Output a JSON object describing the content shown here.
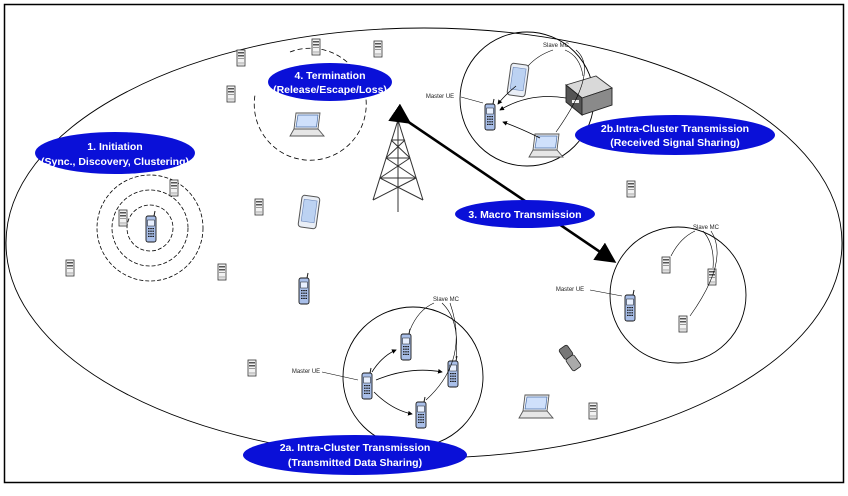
{
  "labels": {
    "initiation": {
      "line1": "1. Initiation",
      "line2": "(Sync., Discovery, Clustering)"
    },
    "termination": {
      "line1": "4. Termination",
      "line2": "(Release/Escape/Loss)"
    },
    "intra_b": {
      "line1": "2b.Intra-Cluster Transmission",
      "line2": "(Received Signal Sharing)"
    },
    "macro": {
      "line1": "3. Macro Transmission"
    },
    "intra_a": {
      "line1": "2a. Intra-Cluster Transmission",
      "line2": "(Transmitted Data Sharing)"
    }
  },
  "annotations": {
    "slave_mc": "Slave MC",
    "master_ue": "Master UE"
  },
  "colors": {
    "pill_fill": "#0a10d8",
    "pill_text": "#ffffff",
    "outline": "#000000",
    "device_blue": "#9fb6e8"
  }
}
